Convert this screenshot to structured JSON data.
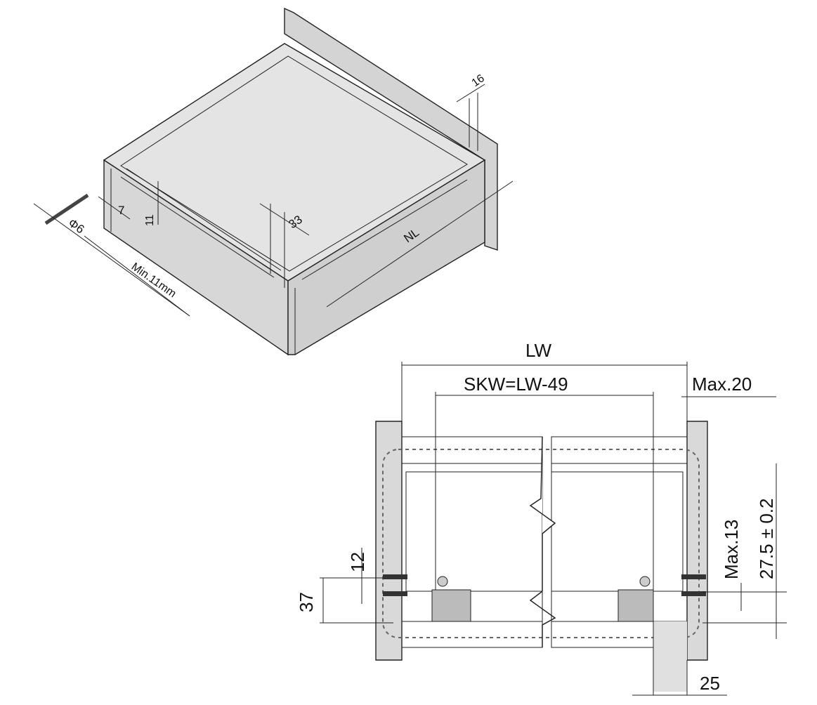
{
  "colors": {
    "panel": "#d9d9d9",
    "panel_light": "#e6e6e6",
    "line": "#222222",
    "background": "#ffffff"
  },
  "isometric_view": {
    "labels": {
      "back_thickness": "16",
      "hole_offset": "7",
      "hole_height": "11",
      "dowel_diameter": "Φ6",
      "notch": "33",
      "nominal_length": "NL",
      "min_depth": "Min.11mm"
    }
  },
  "section_view": {
    "labels": {
      "lw": "LW",
      "skw": "SKW=LW-49",
      "max20": "Max.20",
      "max13": "Max.13",
      "height": "27.5 ± 0.2",
      "d12": "12",
      "d37": "37",
      "d25": "25"
    }
  }
}
